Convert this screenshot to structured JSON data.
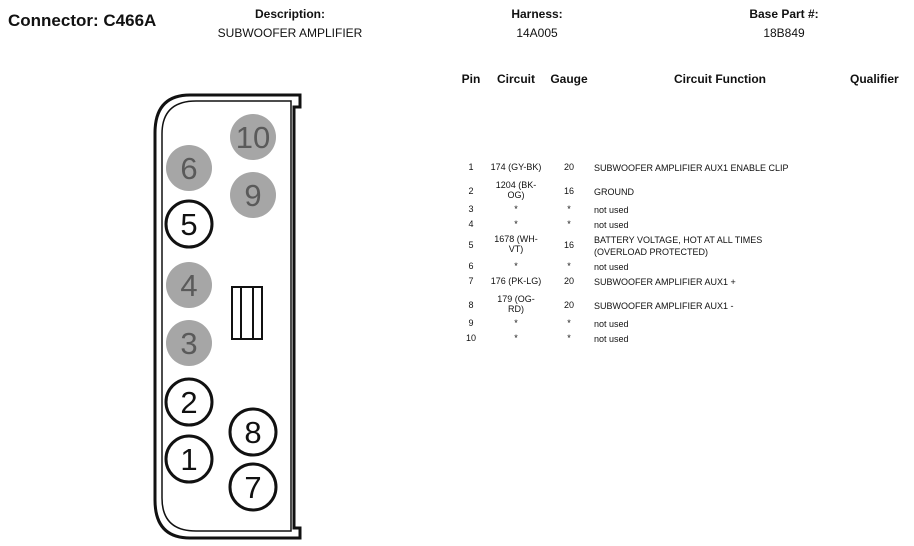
{
  "header": {
    "connector": "Connector: C466A",
    "description_label": "Description:",
    "description_value": "SUBWOOFER AMPLIFIER",
    "harness_label": "Harness:",
    "harness_value": "14A005",
    "basepart_label": "Base Part #:",
    "basepart_value": "18B849"
  },
  "table": {
    "headers": {
      "pin": "Pin",
      "circuit": "Circuit",
      "gauge": "Gauge",
      "function": "Circuit Function",
      "qualifier": "Qualifier"
    },
    "rows": [
      {
        "pin": "1",
        "circuit": [
          "174 (GY-BK)"
        ],
        "gauge": "20",
        "function": [
          "SUBWOOFER AMPLIFIER AUX1 ENABLE CLIP"
        ]
      },
      {
        "pin": "2",
        "circuit": [
          "1204 (BK-",
          "OG)"
        ],
        "gauge": "16",
        "function": [
          "GROUND"
        ]
      },
      {
        "pin": "3",
        "circuit": [
          "*"
        ],
        "gauge": "*",
        "function": [
          "not used"
        ]
      },
      {
        "pin": "4",
        "circuit": [
          "*"
        ],
        "gauge": "*",
        "function": [
          "not used"
        ]
      },
      {
        "pin": "5",
        "circuit": [
          "1678 (WH-",
          "VT)"
        ],
        "gauge": "16",
        "function": [
          "BATTERY VOLTAGE, HOT AT ALL TIMES",
          "(OVERLOAD PROTECTED)"
        ]
      },
      {
        "pin": "6",
        "circuit": [
          "*"
        ],
        "gauge": "*",
        "function": [
          "not used"
        ]
      },
      {
        "pin": "7",
        "circuit": [
          "176 (PK-LG)"
        ],
        "gauge": "20",
        "function": [
          "SUBWOOFER AMPLIFIER AUX1 +"
        ]
      },
      {
        "pin": "8",
        "circuit": [
          "179 (OG-",
          "RD)"
        ],
        "gauge": "20",
        "function": [
          "SUBWOOFER AMPLIFIER AUX1 -"
        ]
      },
      {
        "pin": "9",
        "circuit": [
          "*"
        ],
        "gauge": "*",
        "function": [
          "not used"
        ]
      },
      {
        "pin": "10",
        "circuit": [
          "*"
        ],
        "gauge": "*",
        "function": [
          "not used"
        ]
      }
    ]
  },
  "connector_pins": [
    {
      "label": "1",
      "used": true
    },
    {
      "label": "2",
      "used": true
    },
    {
      "label": "3",
      "used": false
    },
    {
      "label": "4",
      "used": false
    },
    {
      "label": "5",
      "used": true
    },
    {
      "label": "6",
      "used": false
    },
    {
      "label": "7",
      "used": true
    },
    {
      "label": "8",
      "used": true
    },
    {
      "label": "9",
      "used": false
    },
    {
      "label": "10",
      "used": false
    }
  ],
  "colors": {
    "unused_pin": "#a6a6a6",
    "used_pin_fill": "#ffffff",
    "outline": "#111111"
  }
}
